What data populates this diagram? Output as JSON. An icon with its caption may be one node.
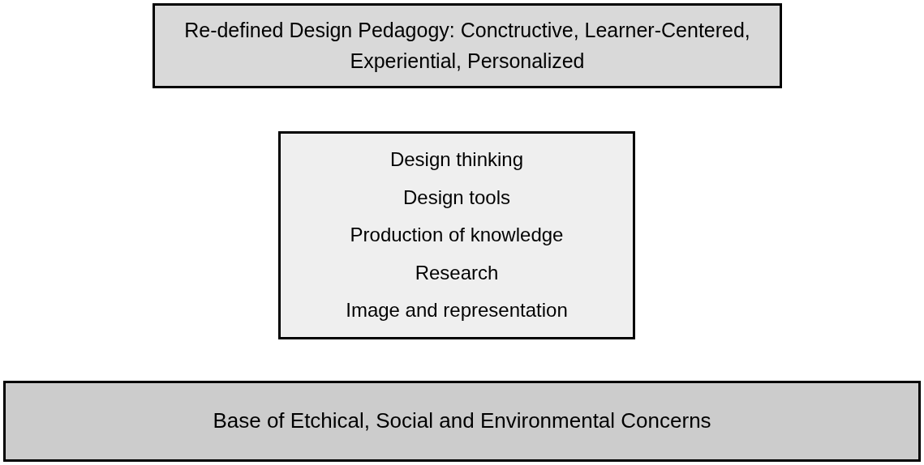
{
  "diagram": {
    "nodes": [
      {
        "text": [
          "Re-defined Design Pedagogy: Conctructive, Learner-Centered, Experiential, Personalized"
        ]
      },
      {
        "text": [
          "Design thinking",
          "Design tools",
          "Production of knowledge",
          "Research",
          "Image and representation"
        ]
      },
      {
        "text": [
          "Base of Etchical, Social and Environmental Concerns"
        ]
      }
    ]
  }
}
